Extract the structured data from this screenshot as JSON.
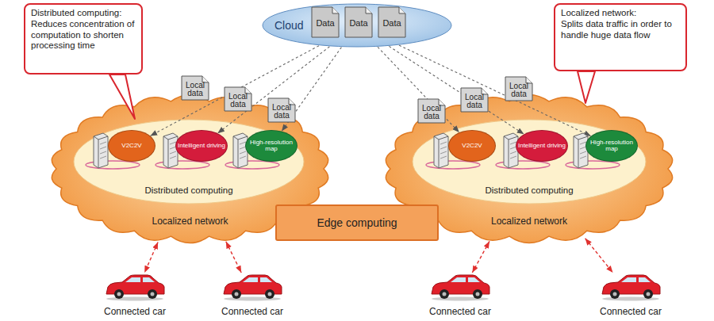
{
  "diagram": {
    "nodes": [
      {
        "text": [
          "Distributed computing:",
          "Reduces concentration of computation to shorten processing time"
        ]
      },
      {
        "text": [
          "Cloud"
        ]
      },
      {
        "text": [
          "Data"
        ],
        "in": 1
      },
      {
        "text": [
          "Data"
        ],
        "in": 1
      },
      {
        "text": [
          "Data"
        ],
        "in": 1
      },
      {
        "text": [
          "Localized network:",
          "Splits data traffic in order to handle huge data flow"
        ]
      },
      {
        "text": [
          "Local data"
        ]
      },
      {
        "text": [
          "Local data"
        ]
      },
      {
        "text": [
          "Local data"
        ]
      },
      {
        "text": [
          "Local data"
        ]
      },
      {
        "text": [
          "Local data"
        ]
      },
      {
        "text": [
          "Local data"
        ]
      },
      {
        "text": [
          "Localized network"
        ]
      },
      {
        "text": [
          "Distributed computing"
        ],
        "in": 12
      },
      {
        "text": [
          "V2C2V"
        ],
        "in": 13
      },
      {
        "text": [
          "Intelligent driving"
        ],
        "in": 13
      },
      {
        "text": [
          "High-resolution map"
        ],
        "in": 13
      },
      {
        "text": [
          "Localized network"
        ]
      },
      {
        "text": [
          "Distributed computing"
        ],
        "in": 17
      },
      {
        "text": [
          "V2C2V"
        ],
        "in": 18
      },
      {
        "text": [
          "Intelligent driving"
        ],
        "in": 18
      },
      {
        "text": [
          "High-resolution map"
        ],
        "in": 18
      },
      {
        "text": [
          "Edge computing"
        ]
      },
      {
        "text": [
          "Connected car"
        ]
      },
      {
        "text": [
          "Connected car"
        ]
      },
      {
        "text": [
          "Connected car"
        ]
      },
      {
        "text": [
          "Connected car"
        ]
      }
    ],
    "edges": [
      {
        "from": 1,
        "to": 14,
        "arrow": "to"
      },
      {
        "from": 1,
        "to": 15,
        "arrow": "to"
      },
      {
        "from": 1,
        "to": 16,
        "arrow": "to"
      },
      {
        "from": 1,
        "to": 19,
        "arrow": "to"
      },
      {
        "from": 1,
        "to": 20,
        "arrow": "to"
      },
      {
        "from": 1,
        "to": 21,
        "arrow": "to"
      },
      {
        "from": 12,
        "to": 23,
        "arrow": "both"
      },
      {
        "from": 12,
        "to": 24,
        "arrow": "both"
      },
      {
        "from": 17,
        "to": 25,
        "arrow": "both"
      },
      {
        "from": 17,
        "to": 26,
        "arrow": "both"
      }
    ]
  }
}
